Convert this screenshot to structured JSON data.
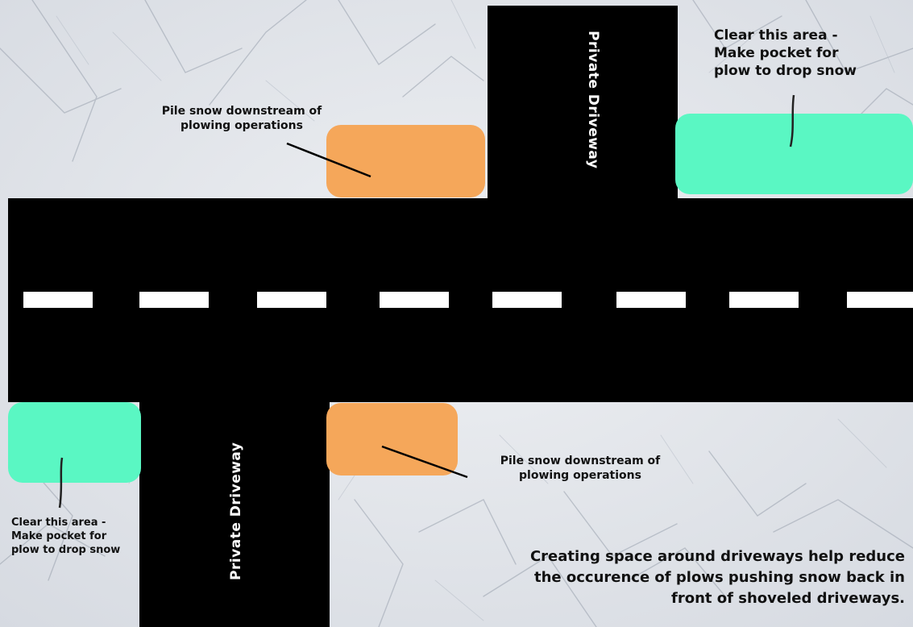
{
  "labels": {
    "driveway_top": "Private Driveway",
    "driveway_bottom": "Private Driveway",
    "pile_top": "Pile snow downstream of\nplowing operations",
    "pile_bottom": "Pile snow downstream of\nplowing operations",
    "clear_top": "Clear this area -\nMake pocket for\nplow to drop snow",
    "clear_bottom": "Clear this area -\nMake pocket for\nplow to drop snow",
    "caption": "Creating space around driveways help reduce\nthe occurence of plows pushing snow back in\nfront of shoveled driveways."
  },
  "colors": {
    "road": "#000000",
    "lane_marking": "#ffffff",
    "pile_area": "#f5a75a",
    "clear_area": "#5af7c3",
    "background": "#e4e7ec"
  }
}
